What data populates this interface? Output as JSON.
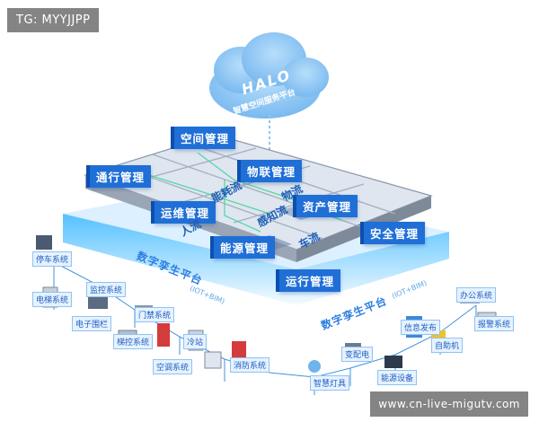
{
  "watermarks": {
    "top_left": "TG: MYYJJPP",
    "bottom_right": "www.cn-live-migutv.com"
  },
  "cloud": {
    "title": "HALO",
    "subtitle": "智慧空间服务平台"
  },
  "modules": [
    "空间管理",
    "通行管理",
    "物联管理",
    "运维管理",
    "资产管理",
    "能源管理",
    "安全管理",
    "运行管理"
  ],
  "flows": [
    "能耗流",
    "物流",
    "人流",
    "感知流",
    "车流"
  ],
  "twins": {
    "left": "数字孪生平台",
    "left_sub": "(IOT+BIM)",
    "right": "数字孪生平台",
    "right_sub": "(IOT+BIM)"
  },
  "devices": [
    "停车系统",
    "电梯系统",
    "监控系统",
    "门禁系统",
    "梯控系统",
    "电子围栏",
    "消防系统",
    "冷站",
    "空调系统",
    "智慧灯具",
    "变配电",
    "能源设备",
    "信息发布",
    "自助机",
    "办公系统",
    "报警系统"
  ],
  "colors": {
    "accent": "#1f6fd6",
    "cloud": "#8cc6f2",
    "platform_glow": "#37b6ff"
  }
}
